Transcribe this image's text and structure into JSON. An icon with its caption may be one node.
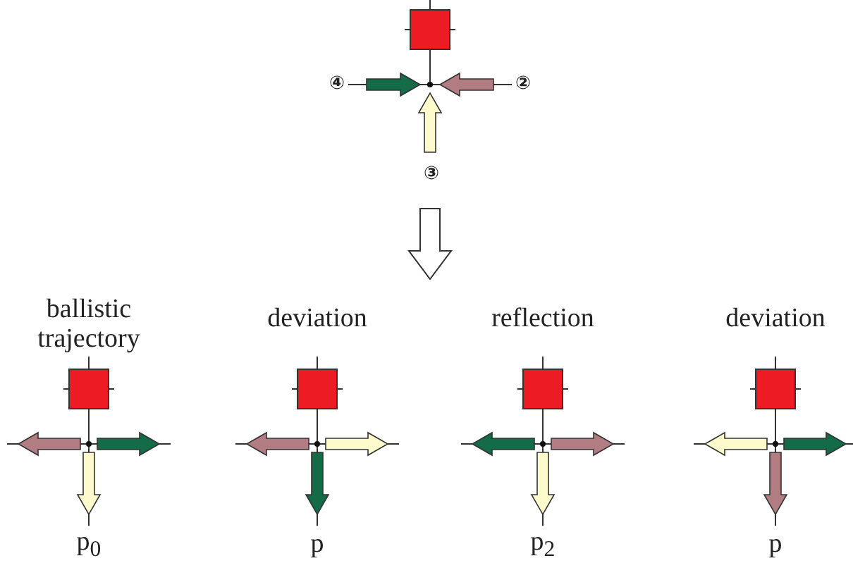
{
  "diagram": {
    "labels": [
      "④",
      "②",
      "③",
      "ballistic trajectory",
      "deviation",
      "reflection",
      "deviation",
      "p$_{0}$",
      "p",
      "p$_{2}$",
      "p"
    ]
  }
}
